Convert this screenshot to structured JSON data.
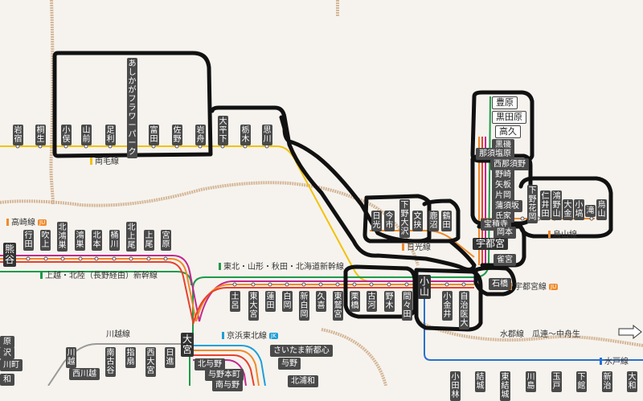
{
  "line_labels": {
    "ryomo": "両毛線",
    "takasaki": "高崎線",
    "takasaki_badge": "JU",
    "shinkansen_north": "東北・山形・秋田・北海道新幹線",
    "joetsu": "上越・北陸（長野経由）新幹線",
    "kawagoe": "川越線",
    "keihin": "京浜東北線",
    "keihin_badge": "JK",
    "nikko": "日光線",
    "karasuyama": "烏山線",
    "utsunomiya": "宇都宮線",
    "utsunomiya_badge": "JU",
    "mito": "水戸線",
    "suito": "水郡線",
    "suito_section": "瓜連～中舟生"
  },
  "stations": {
    "iwajuku": "岩宿",
    "kiryu": "桐生",
    "komata": "小俣",
    "yamamae": "山前",
    "ashikaga": "足利",
    "flowerpark": "あしかがフラワーパーク",
    "tomita": "富田",
    "sano": "佐野",
    "iwafune": "岩舟",
    "ohirashita": "大平下",
    "tochigi": "栃木",
    "omoigawa": "思川",
    "toyohara": "豊原",
    "kurodahara": "黒田原",
    "takaku": "高久",
    "kuroiso": "黒磯",
    "nasushiobara": "那須塩原",
    "nishinasuno": "西那須野",
    "nozaki": "野崎",
    "yaita": "矢板",
    "kataoka": "片岡",
    "kamasusaka": "蒲須坂",
    "ujiie": "氏家",
    "hoshakuji": "宝積寺",
    "okamoto": "岡本",
    "utsunomiya": "宇都宮",
    "suzumenomiya": "雀宮",
    "ishibashi": "石橋",
    "shimotsukehanaoka": "下野花岡",
    "nitta": "仁井田",
    "konoyama": "鴻野山",
    "ogane": "大金",
    "kogane": "小塙",
    "takinodai": "滝",
    "karasuyama_st": "烏山",
    "nikko_st": "日光",
    "imaichi": "今市",
    "shimotsukeosawa": "下野大沢",
    "fubasami": "文挟",
    "kanuma": "鹿沼",
    "tsuruta": "鶴田",
    "gyoda": "行田",
    "kumagaya": "熊谷",
    "fukiage": "吹上",
    "kitakonosu": "北鴻巣",
    "konosu": "鴻巣",
    "kitamoto": "北本",
    "okegawa": "桶川",
    "kitaageo": "北上尾",
    "ageo": "上尾",
    "miyahara": "宮原",
    "omiya": "大宮",
    "nisshin": "日進",
    "sashiogi": "指扇",
    "minamifuruya": "南古谷",
    "kawagoe_st": "川越",
    "nishikawagoe": "西川越",
    "nishiomiya": "西大宮",
    "toro": "土呂",
    "higashiomiya": "東大宮",
    "hasuda": "蓮田",
    "shiraoka": "白岡",
    "shinshiraoka": "新白岡",
    "kuki": "久喜",
    "higashiwashinomiya": "東鷲宮",
    "kurihashi": "栗橋",
    "koga": "古河",
    "nogi": "野木",
    "mamada": "間々田",
    "oyama": "小山",
    "koganei": "小金井",
    "jichiidai": "自治医大",
    "kitayono": "北与野",
    "yonohonmachi": "与野本町",
    "minamiyono": "南与野",
    "saitamashintoshin": "さいたま新都心",
    "yono": "与野",
    "kitaurawa": "北浦和",
    "ro1": "原",
    "ro2": "沢",
    "ro3": "川町",
    "ro4": "和",
    "mito1": "小田林",
    "mito2": "結城",
    "mito3": "東結城",
    "mito4": "川島",
    "mito5": "玉戸",
    "mito6": "下館",
    "mito7": "新治",
    "mito8": "大和"
  },
  "colors": {
    "ryomo": "#f2c20a",
    "utsunomiya": "#f08a2a",
    "shonan": "#e8412b",
    "shinkansen": "#1e9a49",
    "joetsu": "#c3288f",
    "keihin": "#1d9fd8",
    "mito": "#2a6fd0",
    "kawagoe": "#999999",
    "station": "#4a4a4a",
    "marker": "#111111"
  }
}
